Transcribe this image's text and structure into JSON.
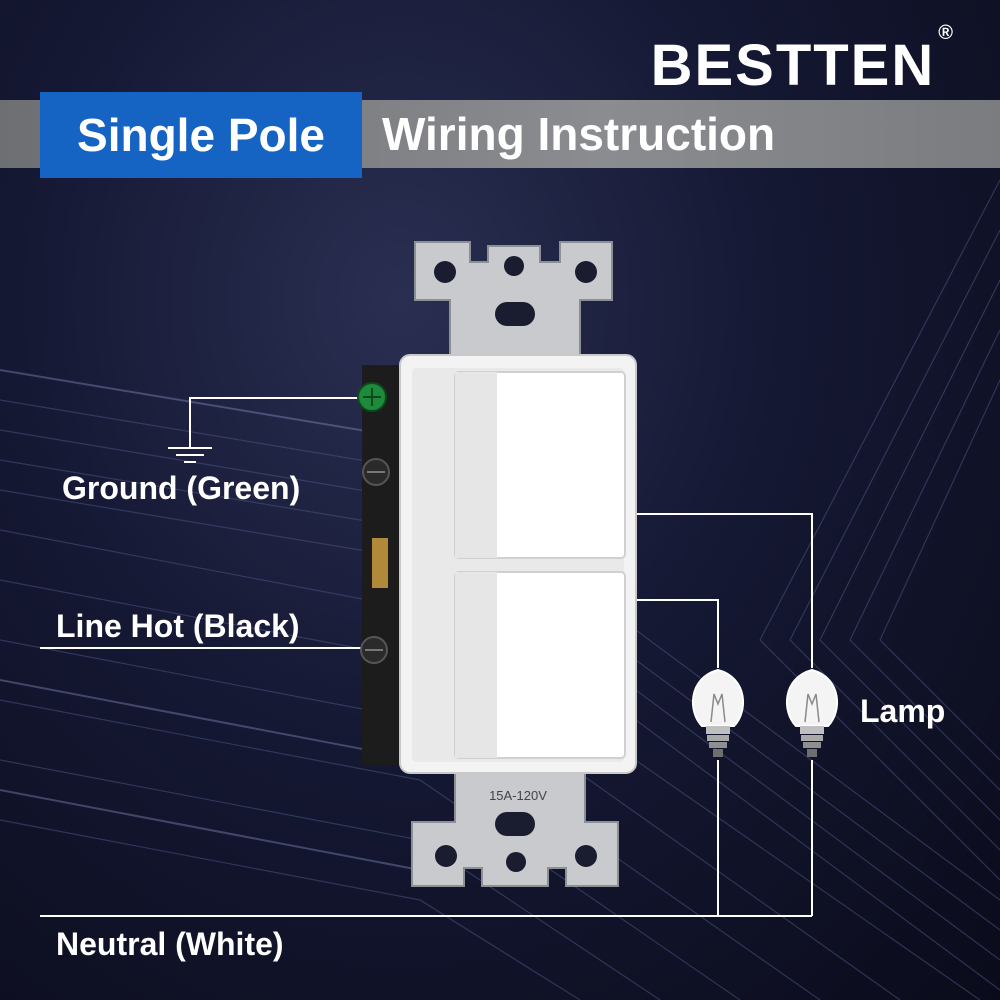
{
  "brand": {
    "name": "BESTTEN",
    "mark": "®"
  },
  "title": {
    "highlight": "Single Pole",
    "rest": "Wiring Instruction"
  },
  "labels": {
    "ground": "Ground (Green)",
    "line_hot": "Line Hot (Black)",
    "lamp": "Lamp",
    "neutral": "Neutral (White)"
  },
  "device": {
    "rating": "15A-120V"
  },
  "colors": {
    "title_blue": "#1563c2",
    "background": "#151833",
    "wire": "#ffffff"
  }
}
